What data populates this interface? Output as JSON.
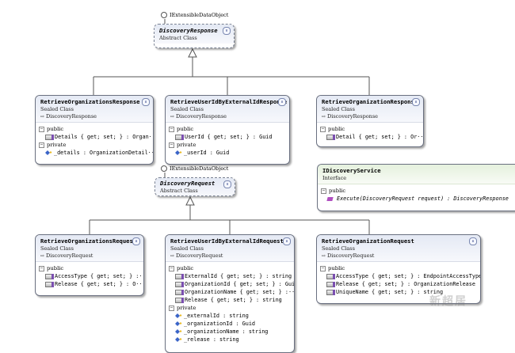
{
  "lollipops": {
    "top": "IExtensibleDataObject",
    "mid": "IExtensibleDataObject"
  },
  "classes": {
    "discovery_response": {
      "name": "DiscoveryResponse",
      "stereotype": "Abstract Class"
    },
    "retrieve_orgs_response": {
      "name": "RetrieveOrganizationsResponse",
      "stereotype": "Sealed Class",
      "base": "DiscoveryResponse",
      "sections": [
        {
          "label": "public",
          "members": [
            {
              "icon": "property-icon",
              "text": "Details { get; set; } : Organ···"
            }
          ]
        },
        {
          "label": "private",
          "members": [
            {
              "icon": "field-icon",
              "text": "_details : OrganizationDetail···"
            }
          ]
        }
      ]
    },
    "retrieve_user_id_response": {
      "name": "RetrieveUserIdByExternalIdResponse",
      "stereotype": "Sealed Class",
      "base": "DiscoveryResponse",
      "sections": [
        {
          "label": "public",
          "members": [
            {
              "icon": "property-icon",
              "text": "UserId { get; set; } : Guid"
            }
          ]
        },
        {
          "label": "private",
          "members": [
            {
              "icon": "field-icon",
              "text": "_userId : Guid"
            }
          ]
        }
      ]
    },
    "retrieve_org_response": {
      "name": "RetrieveOrganizationResponse",
      "stereotype": "Sealed Class",
      "base": "DiscoveryResponse",
      "sections": [
        {
          "label": "public",
          "members": [
            {
              "icon": "property-icon",
              "text": "Detail { get; set; } : Or···"
            }
          ]
        }
      ]
    },
    "discovery_request": {
      "name": "DiscoveryRequest",
      "stereotype": "Abstract Class"
    },
    "idiscovery_service": {
      "name": "IDiscoveryService",
      "stereotype": "Interface",
      "sections": [
        {
          "label": "public",
          "members": [
            {
              "icon": "method-icon",
              "text": "Execute(DiscoveryRequest request) : DiscoveryResponse"
            }
          ]
        }
      ]
    },
    "retrieve_orgs_request": {
      "name": "RetrieveOrganizationsRequest",
      "stereotype": "Sealed Class",
      "base": "DiscoveryRequest",
      "sections": [
        {
          "label": "public",
          "members": [
            {
              "icon": "property-icon",
              "text": "AccessType { get; set; } :···"
            },
            {
              "icon": "property-icon",
              "text": "Release { get; set; } : O···"
            }
          ]
        }
      ]
    },
    "retrieve_user_id_request": {
      "name": "RetrieveUserIdByExternalIdRequest",
      "stereotype": "Sealed Class",
      "base": "DiscoveryRequest",
      "sections": [
        {
          "label": "public",
          "members": [
            {
              "icon": "property-icon",
              "text": "ExternalId { get; set; } : string"
            },
            {
              "icon": "property-icon",
              "text": "OrganizationId { get; set; } : Guid"
            },
            {
              "icon": "property-icon",
              "text": "OrganizationName { get; set; } :···"
            },
            {
              "icon": "property-icon",
              "text": "Release { get; set; } : string"
            }
          ]
        },
        {
          "label": "private",
          "members": [
            {
              "icon": "field-icon",
              "text": "_externalId : string"
            },
            {
              "icon": "field-icon",
              "text": "_organizationId : Guid"
            },
            {
              "icon": "field-icon",
              "text": "_organizationName : string"
            },
            {
              "icon": "field-icon",
              "text": "_release : string"
            }
          ]
        }
      ]
    },
    "retrieve_org_request": {
      "name": "RetrieveOrganizationRequest",
      "stereotype": "Sealed Class",
      "base": "DiscoveryRequest",
      "sections": [
        {
          "label": "public",
          "members": [
            {
              "icon": "property-icon",
              "text": "AccessType { get; set; } : EndpointAccessType"
            },
            {
              "icon": "property-icon",
              "text": "Release { get; set; } : OrganizationRelease"
            },
            {
              "icon": "property-icon",
              "text": "UniqueName { get; set; } : string"
            }
          ]
        }
      ]
    }
  },
  "watermark": "新超居",
  "colors": {
    "border": "#6a7080",
    "header": "#e4e9f4",
    "interface_header": "#e5f1dd"
  }
}
